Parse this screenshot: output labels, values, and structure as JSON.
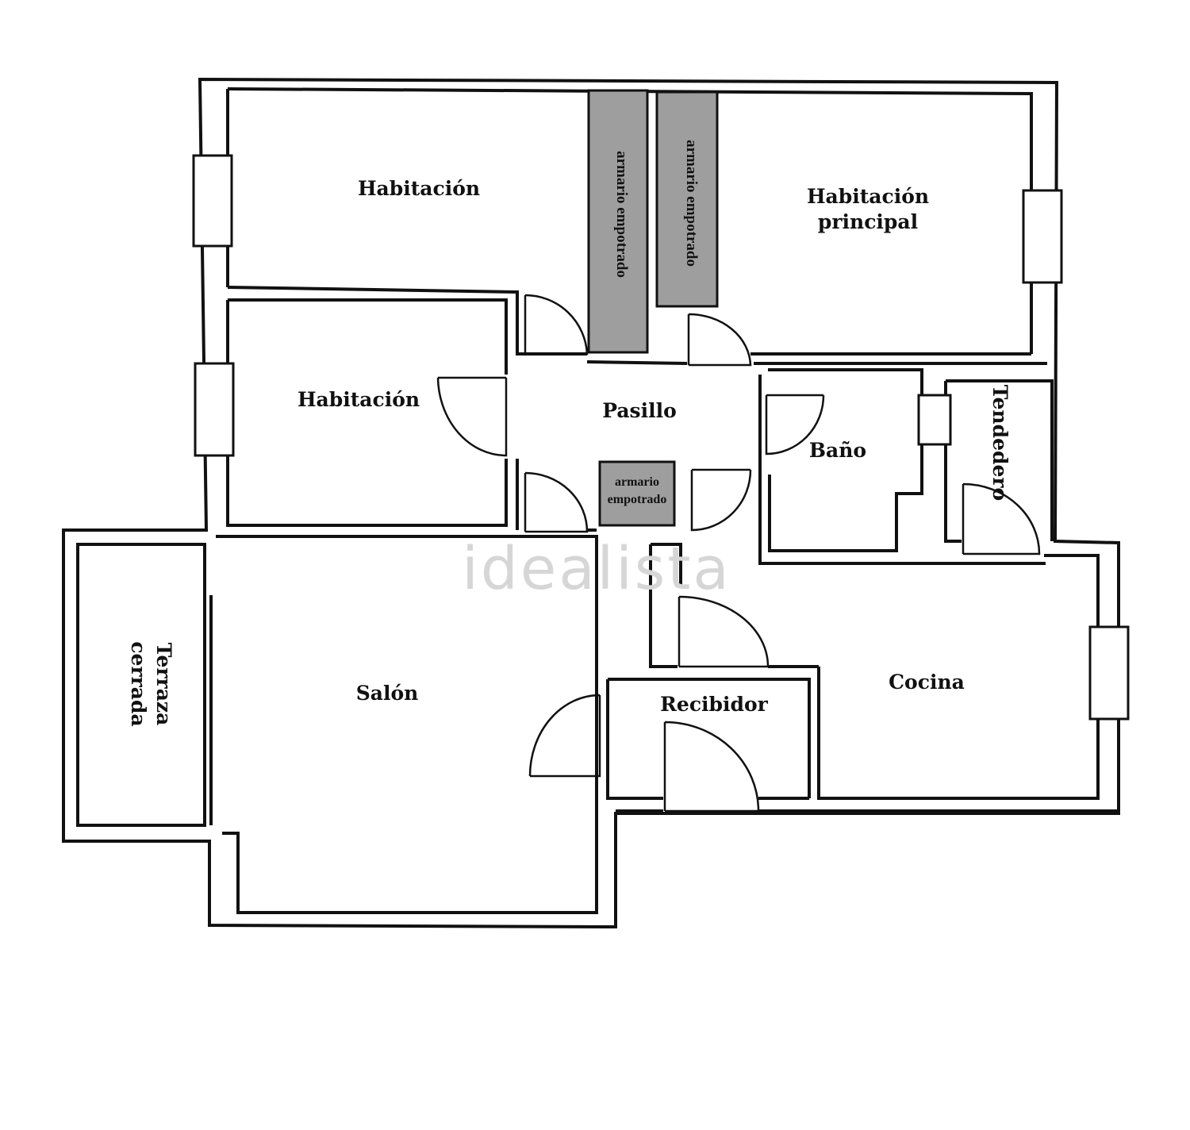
{
  "rooms": {
    "habitacion_1": "Habitación",
    "armario_1": "armario empotrado",
    "armario_2": "armario empotrado",
    "habitacion_principal_line1": "Habitación",
    "habitacion_principal_line2": "principal",
    "habitacion_2": "Habitación",
    "pasillo": "Pasillo",
    "armario_3_line1": "armario",
    "armario_3_line2": "empotrado",
    "bano": "Baño",
    "tendedero": "Tendedero",
    "terraza_line1": "Terraza",
    "terraza_line2": "cerrada",
    "salon": "Salón",
    "recibidor": "Recibidor",
    "cocina": "Cocina"
  },
  "watermark": "idealista",
  "colors": {
    "wall": "#111111",
    "closet_fill": "#9e9e9e",
    "watermark": "#d6d6d6"
  }
}
